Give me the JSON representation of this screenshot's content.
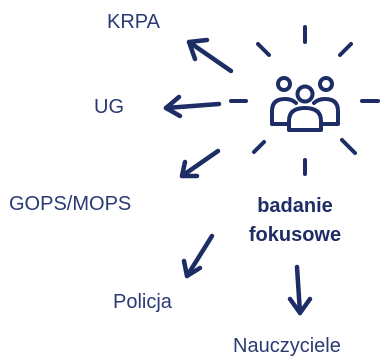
{
  "center": {
    "line1": "badanie",
    "line2": "fokusowe",
    "icon": "group-of-people-icon"
  },
  "targets": [
    {
      "key": "krpa",
      "label": "KRPA"
    },
    {
      "key": "ug",
      "label": "UG"
    },
    {
      "key": "gops",
      "label": "GOPS/MOPS"
    },
    {
      "key": "policja",
      "label": "Policja"
    },
    {
      "key": "nauczyciele",
      "label": "Nauczyciele"
    }
  ],
  "colors": {
    "ink": "#1e2d66",
    "label": "#2a3a72",
    "background": "#ffffff"
  }
}
